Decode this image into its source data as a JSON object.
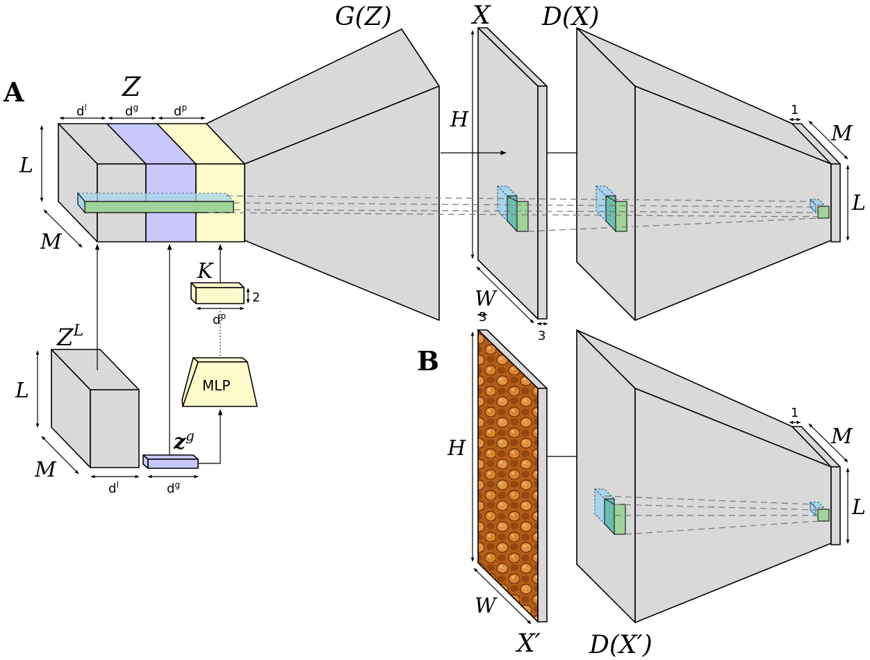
{
  "panels": {
    "a": "A",
    "b": "B"
  },
  "labels": {
    "z": "Z",
    "gz": "G(Z)",
    "x": "X",
    "dx": "D(X)",
    "x_prime": "X′",
    "dx_prime": "D(X′)",
    "zl": "Z",
    "zl_sup": "L",
    "zg": "z",
    "zg_sup": "g",
    "k": "K",
    "mlp": "MLP",
    "h_a": "H",
    "w_a": "W",
    "h_b": "H",
    "w_b": "W",
    "l_z": "L",
    "m_z": "M",
    "l_zl": "L",
    "m_zl": "M",
    "l_dx": "L",
    "m_dx": "M",
    "l_dxp": "L",
    "m_dxp": "M",
    "d_l_top": "d",
    "d_l_top_sup": "l",
    "d_g_top": "d",
    "d_g_top_sup": "g",
    "d_p_top": "d",
    "d_p_top_sup": "p",
    "d_p_k": "d",
    "d_p_k_sup": "p",
    "d_l_bottom": "d",
    "d_l_bottom_sup": "l",
    "d_g_bottom": "d",
    "d_g_bottom_sup": "g",
    "k_height": "2",
    "x_depth": "3",
    "xp_depth": "3",
    "one_dx": "1",
    "one_dxp": "1"
  },
  "colors": {
    "gray": "#d9d9d9",
    "lilac": "#c8c8fb",
    "yellow": "#fbfbcb",
    "blue": "#a9d3e8",
    "green": "#9fd39a",
    "teal": "#6bbdac",
    "texture_dark": "#8a3e0b",
    "texture_mid": "#c0661a",
    "texture_light": "#e89a45"
  }
}
